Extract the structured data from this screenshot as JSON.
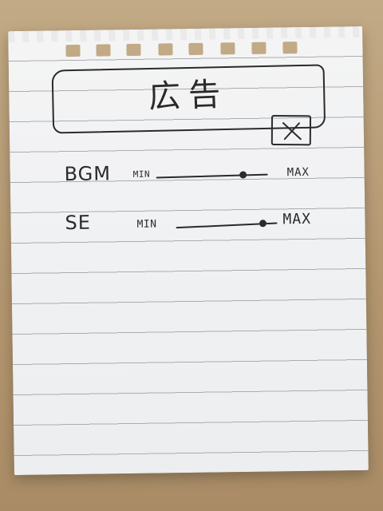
{
  "ad": {
    "label": "広告"
  },
  "close": {
    "label": "X",
    "icon": "close-icon"
  },
  "settings": {
    "bgm": {
      "label": "BGM",
      "min_label": "MIN",
      "max_label": "MAX",
      "value": 0.78
    },
    "se": {
      "label": "SE",
      "min_label": "MIN",
      "max_label": "MAX",
      "value": 0.86
    }
  }
}
